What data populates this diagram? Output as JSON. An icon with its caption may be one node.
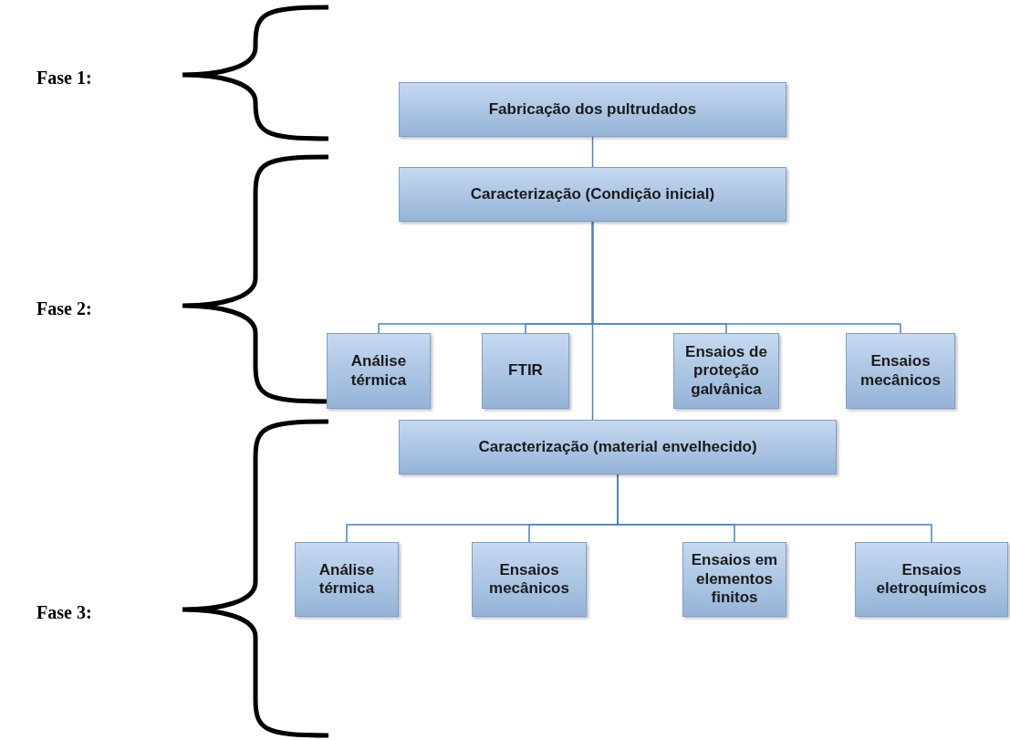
{
  "diagram": {
    "nodes": [
      {
        "text": [
          "Fabricação dos pultrudados"
        ]
      },
      {
        "text": [
          "Caracterização (Condição inicial)"
        ]
      },
      {
        "text": [
          "Análise térmica"
        ]
      },
      {
        "text": [
          "FTIR"
        ]
      },
      {
        "text": [
          "Ensaios de proteção galvânica"
        ]
      },
      {
        "text": [
          "Ensaios mecânicos"
        ]
      },
      {
        "text": [
          "Caracterização (material envelhecido)"
        ]
      },
      {
        "text": [
          "Análise térmica"
        ]
      },
      {
        "text": [
          "Ensaios mecânicos"
        ]
      },
      {
        "text": [
          "Ensaios em elementos finitos"
        ]
      },
      {
        "text": [
          "Ensaios eletroquímicos"
        ]
      }
    ],
    "edges": [
      {
        "from": 0,
        "to": 1,
        "arrow": "none"
      },
      {
        "from": 1,
        "to": 2,
        "arrow": "none"
      },
      {
        "from": 1,
        "to": 3,
        "arrow": "none"
      },
      {
        "from": 1,
        "to": 4,
        "arrow": "none"
      },
      {
        "from": 1,
        "to": 5,
        "arrow": "none"
      },
      {
        "from": 1,
        "to": 6,
        "arrow": "none"
      },
      {
        "from": 6,
        "to": 7,
        "arrow": "none"
      },
      {
        "from": 6,
        "to": 8,
        "arrow": "none"
      },
      {
        "from": 6,
        "to": 9,
        "arrow": "none"
      },
      {
        "from": 6,
        "to": 10,
        "arrow": "none"
      }
    ],
    "labels": [
      "Fase 1:",
      "Fase 2:",
      "Fase 3:"
    ]
  }
}
